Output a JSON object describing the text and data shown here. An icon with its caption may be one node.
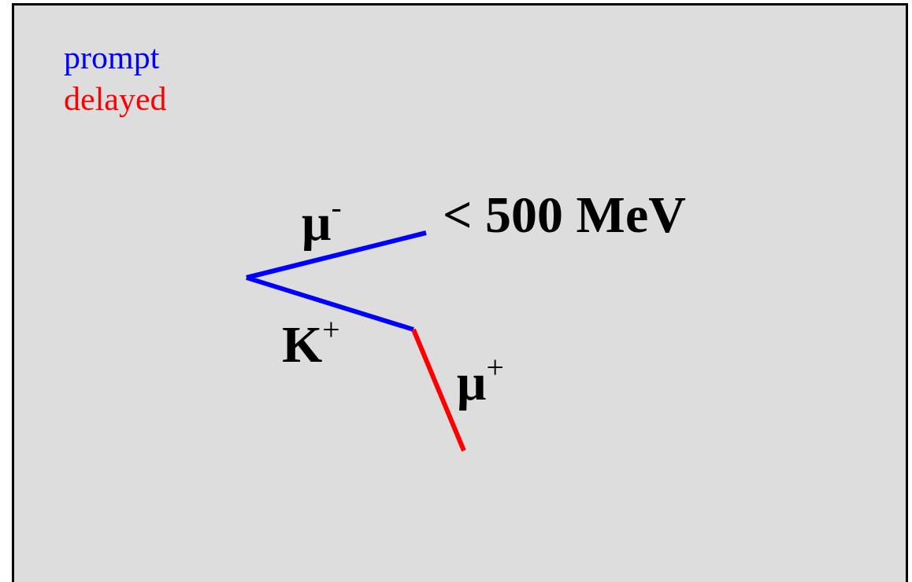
{
  "diagram": {
    "labels": [
      "μ$^{-}$",
      "< 500 MeV",
      "K$^{+}$",
      "μ$^{+}$"
    ],
    "legend": [
      {
        "text": "prompt",
        "color": "#0000ff"
      },
      {
        "text": "delayed",
        "color": "#ff0000"
      }
    ]
  }
}
